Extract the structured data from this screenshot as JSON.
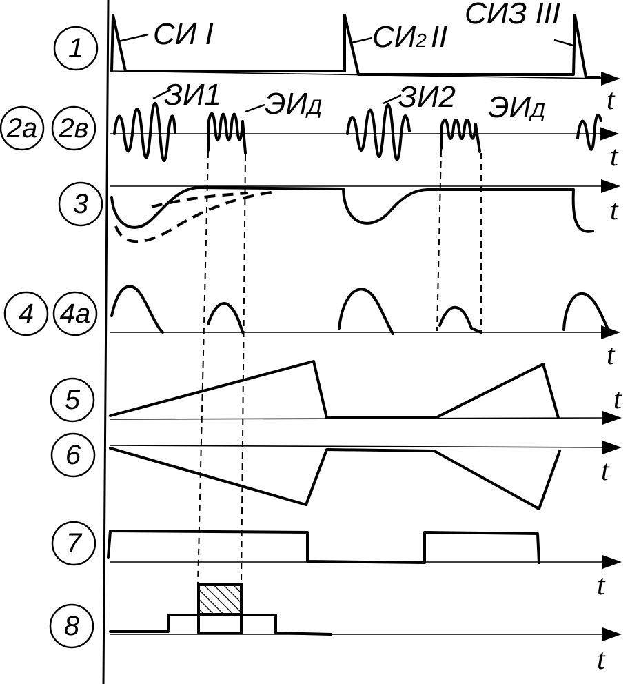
{
  "rows": [
    {
      "id": "1",
      "circles": [
        "1"
      ]
    },
    {
      "id": "2",
      "circles": [
        "2а",
        "2в"
      ]
    },
    {
      "id": "3",
      "circles": [
        "3"
      ]
    },
    {
      "id": "4",
      "circles": [
        "4",
        "4а"
      ]
    },
    {
      "id": "5",
      "circles": [
        "5"
      ]
    },
    {
      "id": "6",
      "circles": [
        "6"
      ]
    },
    {
      "id": "7",
      "circles": [
        "7"
      ]
    },
    {
      "id": "8",
      "circles": [
        "8"
      ]
    }
  ],
  "annotations": {
    "si1": "СИ I",
    "si2_main": "СИ",
    "si2_sub": "2",
    "si2_roman": "II",
    "si3": "СИЗ III",
    "zi1": "ЗИ1",
    "zi2": "ЗИ2",
    "eid1_main": "ЭИ",
    "eid1_sub": "Д",
    "eid2_main": "ЭИ",
    "eid2_sub": "Д"
  },
  "axis_label": "t"
}
